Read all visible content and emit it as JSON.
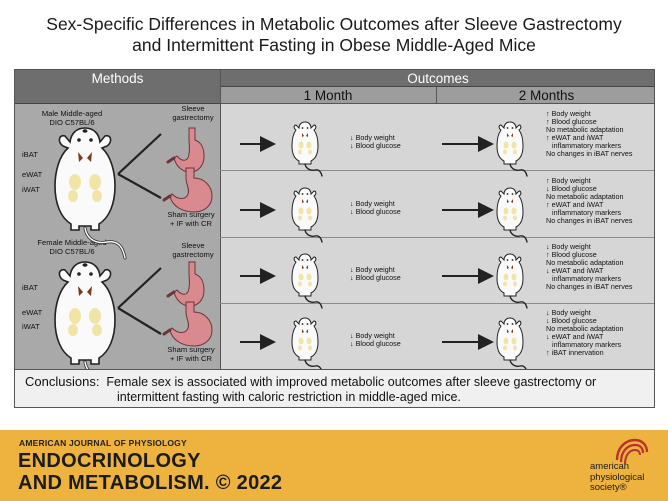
{
  "title": {
    "line1": "Sex-Specific Differences in Metabolic Outcomes after Sleeve Gastrectomy",
    "line2": "and Intermittent Fasting in Obese Middle-Aged Mice"
  },
  "headers": {
    "methods": "Methods",
    "outcomes": "Outcomes",
    "month1": "1 Month",
    "month2": "2 Months"
  },
  "methods": {
    "male_label_1": "Male Middle-aged",
    "male_label_2": "DIO C57BL/6",
    "female_label_1": "Female Middle-aged",
    "female_label_2": "DIO C57BL/6",
    "fat_labels": [
      "iBAT",
      "eWAT",
      "iWAT"
    ],
    "sleeve_1": "Sleeve",
    "sleeve_2": "gastrectomy",
    "sham_1": "Sham surgery",
    "sham_2": "+ IF with CR"
  },
  "rows": [
    {
      "month1": [
        "↓ Body weight",
        "↓ Blood glucose"
      ],
      "month2": [
        "↑ Body weight",
        "↑ Blood glucose",
        "No metabolic adaptation",
        "↑ eWAT and iWAT",
        "inflammatory markers",
        "No changes in iBAT nerves"
      ]
    },
    {
      "month1": [
        "↓ Body weight",
        "↓ Blood glucose"
      ],
      "month2": [
        "↑ Body weight",
        "↓ Blood glucose",
        "No metabolic adaptation",
        "↑ eWAT and iWAT",
        "inflammatory markers",
        "No changes in iBAT nerves"
      ]
    },
    {
      "month1": [
        "↓ Body weight",
        "↓ Blood glucose"
      ],
      "month2": [
        "↓ Body weight",
        "↑ Blood glucose",
        "No metabolic adaptation",
        "↓ eWAT and iWAT",
        "inflammatory markers",
        "No changes in iBAT nerves"
      ]
    },
    {
      "month1": [
        "↓ Body weight",
        "↓ Blood glucose"
      ],
      "month2": [
        "↓ Body weight",
        "↓ Blood glucose",
        "No metabolic adaptation",
        "↓ eWAT and iWAT",
        "inflammatory markers",
        "↑ iBAT innervation"
      ]
    }
  ],
  "conclusion": {
    "label": "Conclusions:",
    "line1": "Female sex is associated with improved metabolic outcomes after sleeve gastrectomy or",
    "line2": "intermittent fasting with caloric restriction in middle-aged mice."
  },
  "footer": {
    "journal_top": "AMERICAN JOURNAL OF PHYSIOLOGY",
    "journal_line1": "ENDOCRINOLOGY",
    "journal_line2": "AND METABOLISM.",
    "year": "© 2022",
    "aps_1": "american",
    "aps_2": "physiological",
    "aps_3": "society®"
  },
  "colors": {
    "footer_bg": "#eeb33f",
    "methods_bg": "#a9a9a9",
    "outcomes_bg": "#d6d6d6",
    "stomach": "#d98a8e",
    "brown_fat": "#7a3b1e",
    "white_fat": "#f1e4a7"
  }
}
